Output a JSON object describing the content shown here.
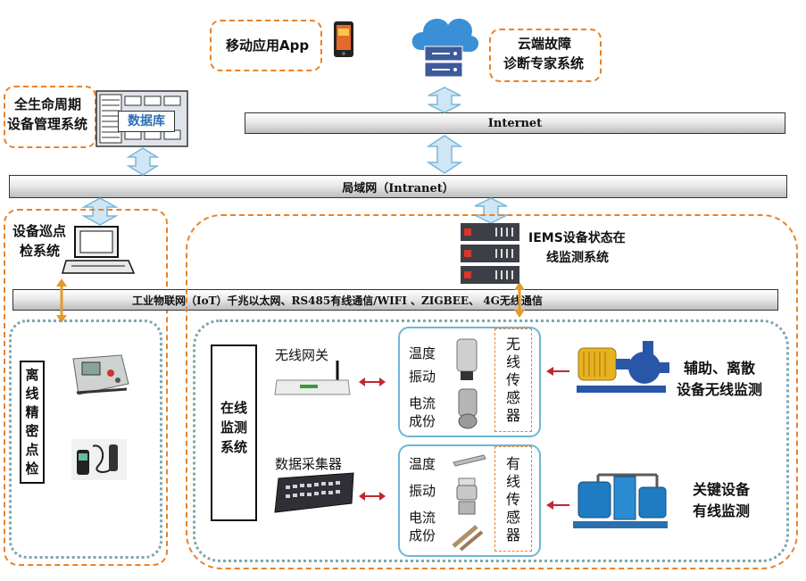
{
  "top": {
    "mobile_app": "移动应用App",
    "cloud_expert_line1": "云端故障",
    "cloud_expert_line2": "诊断专家系统",
    "lifecycle_line1": "全生命周期",
    "lifecycle_line2": "设备管理系统",
    "database": "数据库"
  },
  "networks": {
    "internet": "Internet",
    "intranet": "局域网（Intranet）",
    "iot": "工业物联网（IoT）千兆以太网、RS485有线通信/WIFI 、ZIGBEE、   4G无线通信"
  },
  "left_panel": {
    "inspection_line1": "设备巡点",
    "inspection_line2": "检系统",
    "offline_label": "离线精密点检"
  },
  "right_panel": {
    "iems_line1": "IEMS设备状态在",
    "iems_line2": "线监测系统",
    "online_label": "在线监测系统",
    "wireless_gateway": "无线网关",
    "data_collector": "数据采集器",
    "wireless_group": {
      "temp": "温度",
      "vibration": "振动",
      "current_line1": "电流",
      "current_line2": "成份",
      "sensor_label": "无线传感器"
    },
    "wired_group": {
      "temp": "温度",
      "vibration": "振动",
      "current_line1": "电流",
      "current_line2": "成份",
      "sensor_label": "有线传感器"
    },
    "aux_line1": "辅助、离散",
    "aux_line2": "设备无线监测",
    "key_line1": "关键设备",
    "key_line2": "有线监测"
  },
  "colors": {
    "orange_dash": "#e8822a",
    "blue_arrow": "#a9d3ea",
    "red_arrow": "#c0282d",
    "green_dots": "#7da7ad",
    "sensor_box": "#6cb6d8"
  }
}
